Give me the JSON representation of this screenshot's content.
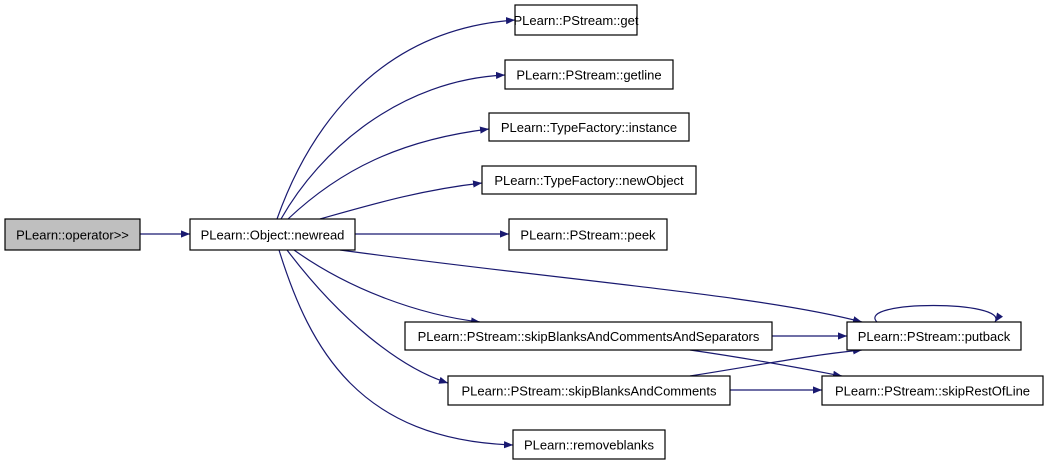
{
  "title": "PLearn::operator>> call graph",
  "colors": {
    "edge": "#191970",
    "root_fill": "#bfbfbf",
    "node_fill": "#ffffff",
    "node_border": "#000000"
  },
  "nodes": [
    {
      "id": "operator",
      "label": "PLearn::operator>>",
      "root": true
    },
    {
      "id": "newread",
      "label": "PLearn::Object::newread"
    },
    {
      "id": "get",
      "label": "PLearn::PStream::get"
    },
    {
      "id": "getline",
      "label": "PLearn::PStream::getline"
    },
    {
      "id": "instance",
      "label": "PLearn::TypeFactory::instance"
    },
    {
      "id": "newObject",
      "label": "PLearn::TypeFactory::newObject"
    },
    {
      "id": "peek",
      "label": "PLearn::PStream::peek"
    },
    {
      "id": "skipBCS",
      "label": "PLearn::PStream::skipBlanksAndCommentsAndSeparators"
    },
    {
      "id": "skipBC",
      "label": "PLearn::PStream::skipBlanksAndComments"
    },
    {
      "id": "removeblanks",
      "label": "PLearn::removeblanks"
    },
    {
      "id": "putback",
      "label": "PLearn::PStream::putback"
    },
    {
      "id": "skipRest",
      "label": "PLearn::PStream::skipRestOfLine"
    }
  ],
  "edges": [
    {
      "from": "operator",
      "to": "newread"
    },
    {
      "from": "newread",
      "to": "get"
    },
    {
      "from": "newread",
      "to": "getline"
    },
    {
      "from": "newread",
      "to": "instance"
    },
    {
      "from": "newread",
      "to": "newObject"
    },
    {
      "from": "newread",
      "to": "peek"
    },
    {
      "from": "newread",
      "to": "putback"
    },
    {
      "from": "newread",
      "to": "skipBCS"
    },
    {
      "from": "newread",
      "to": "skipBC"
    },
    {
      "from": "newread",
      "to": "removeblanks"
    },
    {
      "from": "putback",
      "to": "putback"
    },
    {
      "from": "skipBCS",
      "to": "putback"
    },
    {
      "from": "skipBCS",
      "to": "skipRest"
    },
    {
      "from": "skipBC",
      "to": "putback"
    },
    {
      "from": "skipBC",
      "to": "skipRest"
    }
  ]
}
